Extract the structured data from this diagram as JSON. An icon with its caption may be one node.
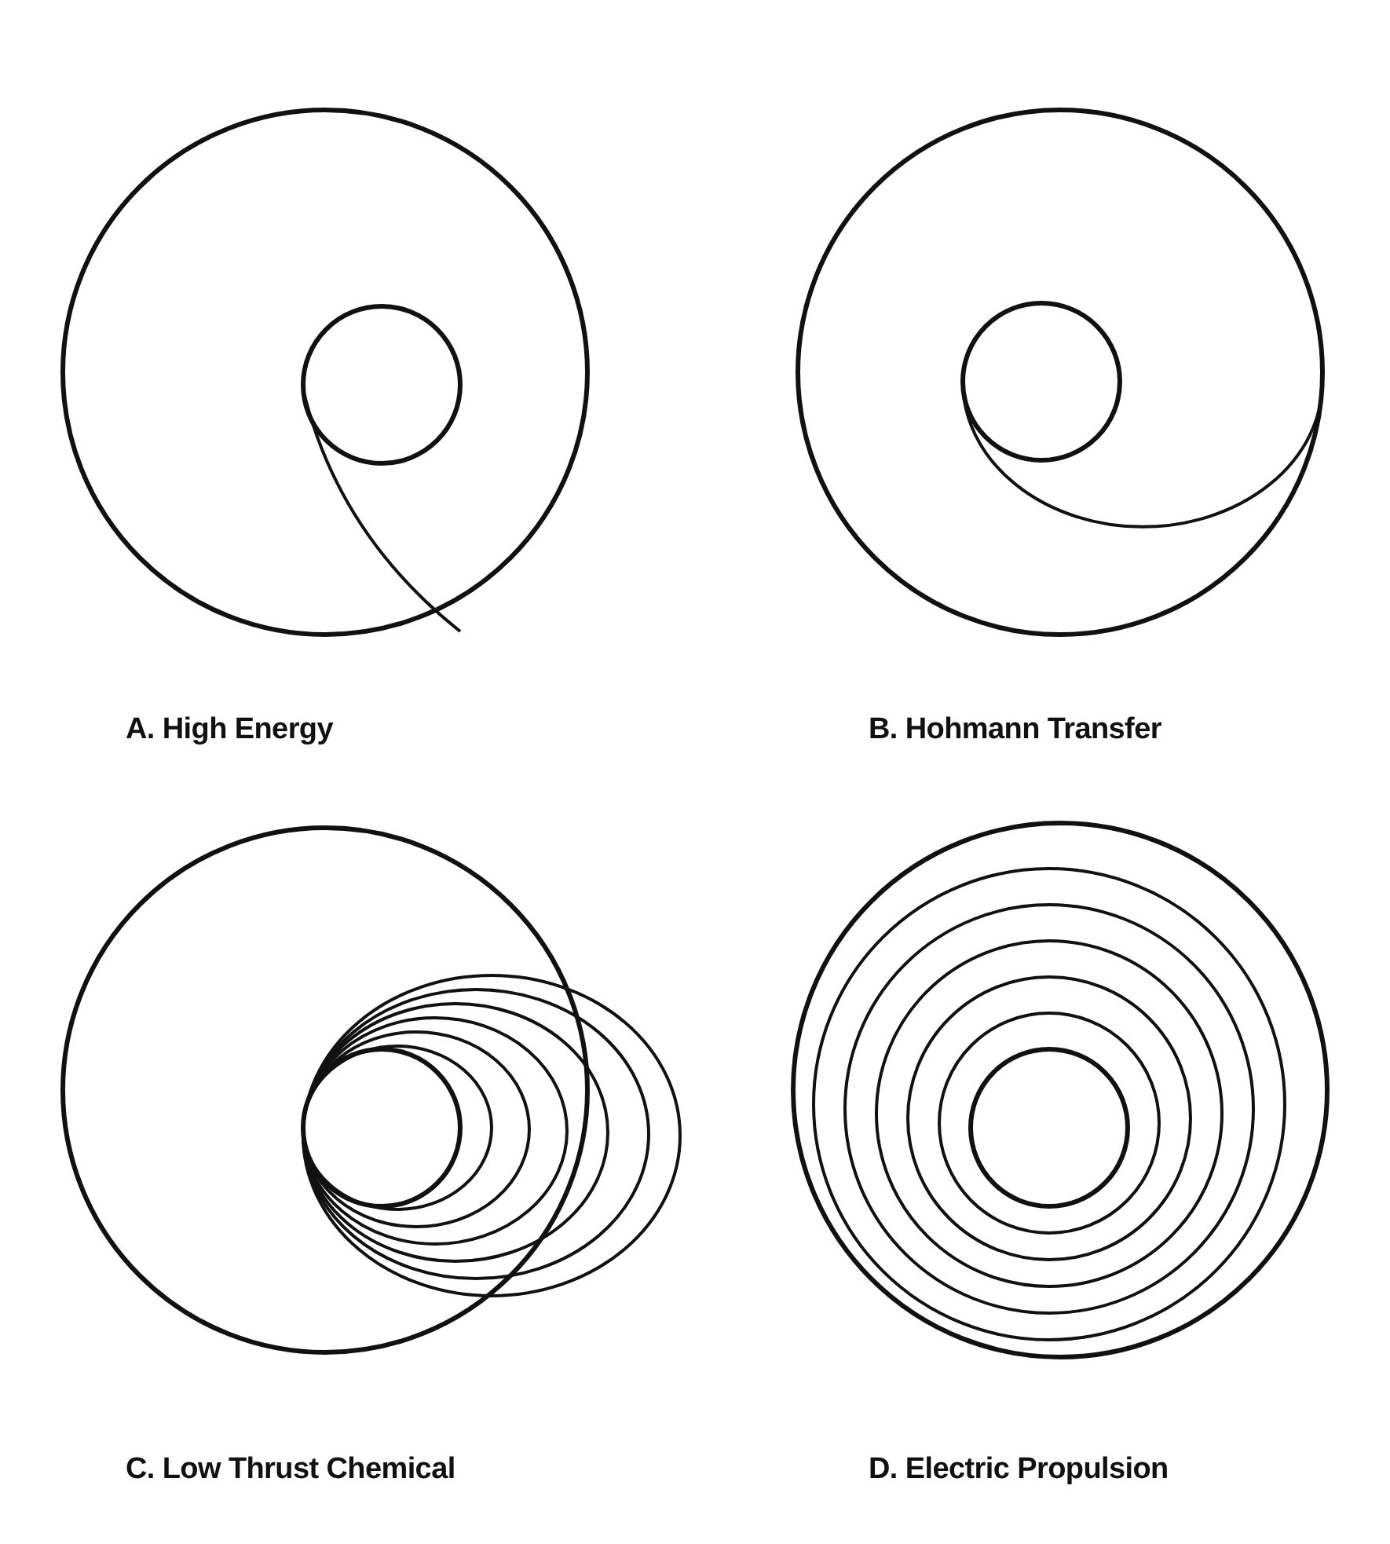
{
  "diagram": {
    "labels": [
      "A. High Energy",
      "B. Hohmann Transfer",
      "C. Low Thrust Chemical",
      "D. Electric Propulsion"
    ]
  }
}
